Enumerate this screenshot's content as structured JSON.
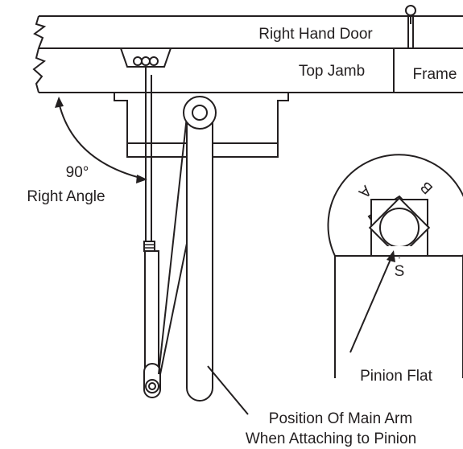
{
  "labels": {
    "door": "Right Hand Door",
    "jamb": "Top Jamb",
    "frame": "Frame",
    "angle_value": "90°",
    "angle_text": "Right Angle",
    "pinion_flat": "Pinion Flat",
    "main_arm_line1": "Position Of Main Arm",
    "main_arm_line2": "When Attaching to Pinion"
  },
  "pinion_marks": {
    "a": "A",
    "b": "B",
    "s": "S"
  },
  "colors": {
    "ink": "#231f20",
    "background": "#ffffff"
  }
}
